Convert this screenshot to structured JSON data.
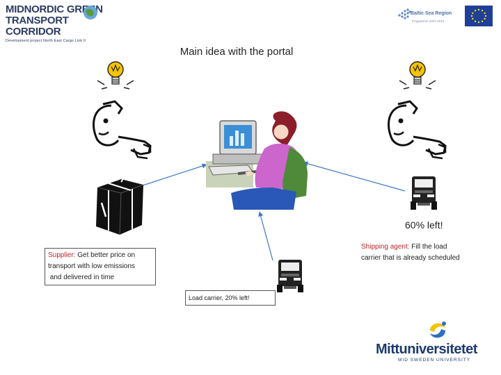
{
  "header": {
    "left_logo": {
      "line1": "MIDNORDIC GREEN",
      "line2": "TRANSPORT CORRIDOR",
      "line3": "Development project North East Cargo Link II"
    },
    "right_logo": {
      "name": "Baltic Sea Region",
      "sub": "Programme 2007-2013"
    }
  },
  "slide": {
    "title": "Main idea with the portal",
    "supplier": {
      "label": "Supplier:",
      "text_1": " Get better price on",
      "text_2": "transport with low emissions",
      "text_3": " and delivered in time"
    },
    "shipping": {
      "label": "Shipping agent:",
      "text_1": " Fill the load",
      "text_2": "carrier that is already scheduled"
    },
    "load_carrier": "Load carrier, 20% left!",
    "sixty_left": "60% left!"
  },
  "footer": {
    "university": "Mittuniversitetet",
    "university_sub": "MID SWEDEN UNIVERSITY"
  },
  "colors": {
    "arrow": "#3f79c4",
    "red_label": "#c0232a",
    "navy": "#1d3a6d",
    "shirt": "#cc66cc",
    "hair": "#8b1e2a",
    "chair": "#4e8a3a",
    "screen": "#3a8fd6",
    "bulb": "#f5c400"
  }
}
